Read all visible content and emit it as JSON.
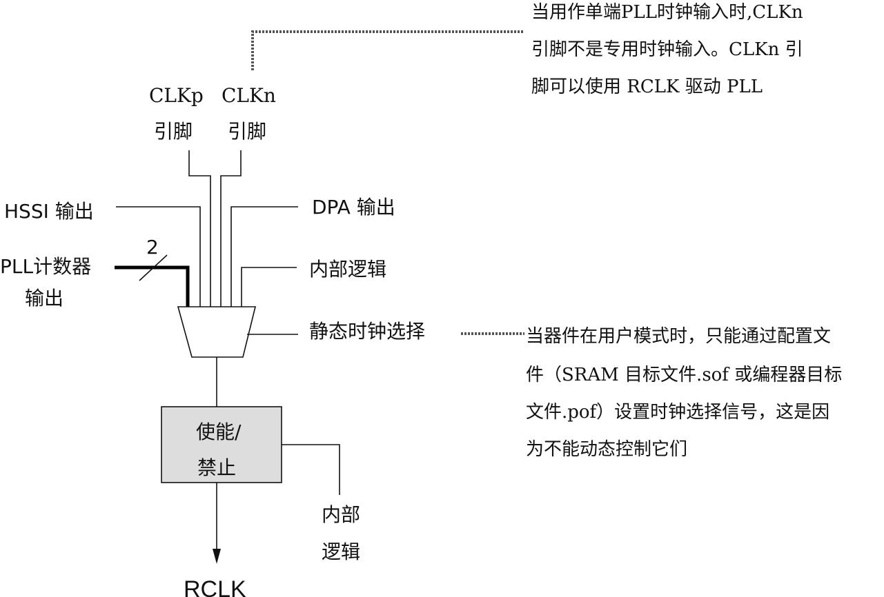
{
  "diagram": {
    "inputs": {
      "clkp_label": "CLKp",
      "clkp_pin": "引脚",
      "clkn_label": "CLKn",
      "clkn_pin": "引脚",
      "hssi": "HSSI 输出",
      "pll_counter_line1": "PLL计数器",
      "pll_counter_line2": "输出",
      "bus_width": "2",
      "dpa": "DPA 输出",
      "internal_logic_top": "内部逻辑"
    },
    "mux": {
      "select_label": "静态时钟选择"
    },
    "enable_block": {
      "line1": "使能/",
      "line2": "禁止"
    },
    "enable_control": {
      "line1": "内部",
      "line2": "逻辑"
    },
    "output": {
      "label": "RCLK"
    },
    "notes": {
      "clkn_note": [
        "当用作单端PLL时钟输入时,CLKn",
        "引脚不是专用时钟输入。CLKn 引",
        "脚可以使用 RCLK 驱动 PLL"
      ],
      "select_note": [
        "当器件在用户模式时，只能通过配置文",
        "件（SRAM 目标文件.sof 或编程器目标",
        "文件.pof）设置时钟选择信号，这是因",
        "为不能动态控制它们"
      ]
    },
    "colors": {
      "block_fill": "#dddddd",
      "line": "#111111"
    }
  }
}
